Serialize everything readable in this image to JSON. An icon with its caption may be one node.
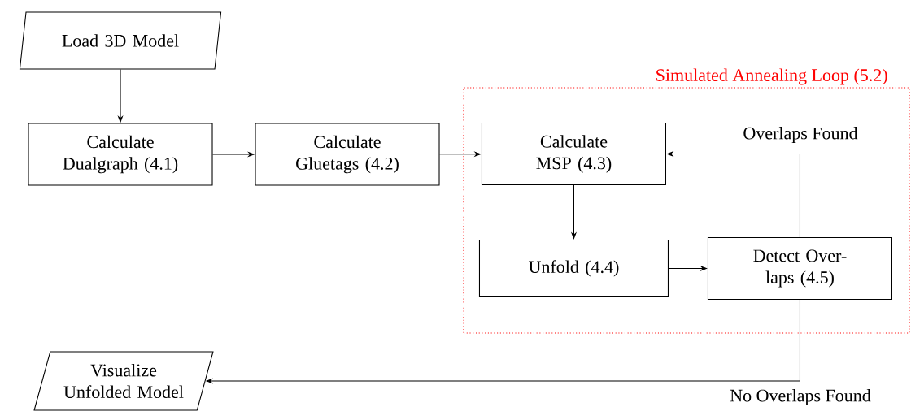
{
  "diagram": {
    "nodes": [
      {
        "text": [
          "Load 3D Model"
        ]
      },
      {
        "text": [
          "Calculate Dualgraph (4.1)"
        ]
      },
      {
        "text": [
          "Calculate Gluetags (4.2)"
        ]
      },
      {
        "text": [
          "Simulated Annealing Loop (5.2)"
        ]
      },
      {
        "text": [
          "Calculate MSP (4.3)"
        ],
        "in": 3
      },
      {
        "text": [
          "Unfold (4.4)"
        ],
        "in": 3
      },
      {
        "text": [
          "Detect Over-laps (4.5)"
        ],
        "in": 3
      },
      {
        "text": [
          "Visualize Unfolded Model"
        ]
      }
    ],
    "edges": [
      {
        "from": 0,
        "to": 1,
        "arrow": "to"
      },
      {
        "from": 1,
        "to": 2,
        "arrow": "to"
      },
      {
        "from": 2,
        "to": 4,
        "arrow": "to"
      },
      {
        "from": 4,
        "to": 5,
        "arrow": "to"
      },
      {
        "from": 5,
        "to": 6,
        "arrow": "to"
      },
      {
        "from": 6,
        "to": 4,
        "arrow": "to",
        "label": "Overlaps Found"
      },
      {
        "from": 6,
        "to": 7,
        "arrow": "to",
        "label": "No Overlaps Found"
      }
    ]
  }
}
